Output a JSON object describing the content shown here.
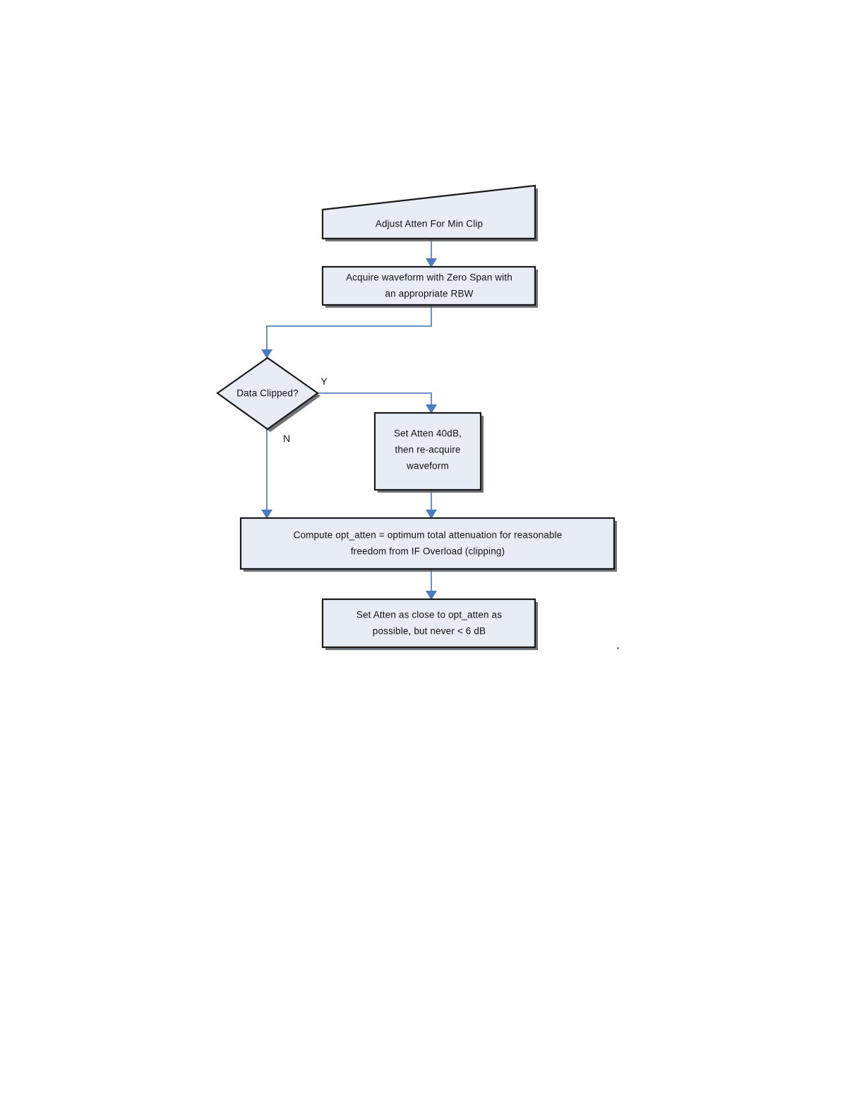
{
  "document": {
    "title": "Adjust Atten For Min Clip flowchart",
    "background_color": "#ffffff"
  },
  "theme": {
    "node_fill": "#e8ecf5",
    "node_stroke": "#1a1a1a",
    "connector_color": "#6d8fc4",
    "arrow_color": "#4a7ac0",
    "text_color": "#111111"
  },
  "chart_data": {
    "type": "diagram",
    "subtype": "flowchart",
    "title": "Adjust Atten For Min Clip",
    "orientation": "top-to-bottom",
    "nodes": [
      {
        "id": "start",
        "shape": "trapezoid",
        "label": "Adjust Atten For Min Clip",
        "lines": [
          "Adjust Atten For Min Clip"
        ]
      },
      {
        "id": "acquire",
        "shape": "rectangle",
        "label": "Acquire waveform with Zero Span with an appropriate RBW",
        "lines": [
          "Acquire waveform with Zero Span with",
          "an appropriate RBW"
        ]
      },
      {
        "id": "decision",
        "shape": "diamond",
        "label": "Data Clipped?",
        "lines": [
          "Data Clipped?"
        ]
      },
      {
        "id": "set40",
        "shape": "rectangle",
        "label": "Set Atten 40dB, then re-acquire waveform",
        "lines": [
          "Set Atten 40dB,",
          "then re-acquire",
          "waveform"
        ]
      },
      {
        "id": "compute",
        "shape": "rectangle",
        "label": "Compute opt_atten = optimum total attenuation for reasonable freedom from IF Overload (clipping)",
        "lines": [
          "Compute opt_atten = optimum total attenuation for reasonable",
          "freedom from IF Overload (clipping)"
        ]
      },
      {
        "id": "setclose",
        "shape": "rectangle",
        "label": "Set Atten as close to opt_atten as possible, but never < 6 dB",
        "lines": [
          "Set Atten as close to opt_atten as",
          "possible, but never < 6 dB"
        ]
      }
    ],
    "edges": [
      {
        "from": "start",
        "to": "acquire",
        "label": ""
      },
      {
        "from": "acquire",
        "to": "decision",
        "label": ""
      },
      {
        "from": "decision",
        "to": "set40",
        "label": "Y"
      },
      {
        "from": "decision",
        "to": "compute",
        "label": "N"
      },
      {
        "from": "set40",
        "to": "compute",
        "label": ""
      },
      {
        "from": "compute",
        "to": "setclose",
        "label": ""
      }
    ],
    "branch_labels": {
      "yes": "Y",
      "no": "N"
    }
  }
}
